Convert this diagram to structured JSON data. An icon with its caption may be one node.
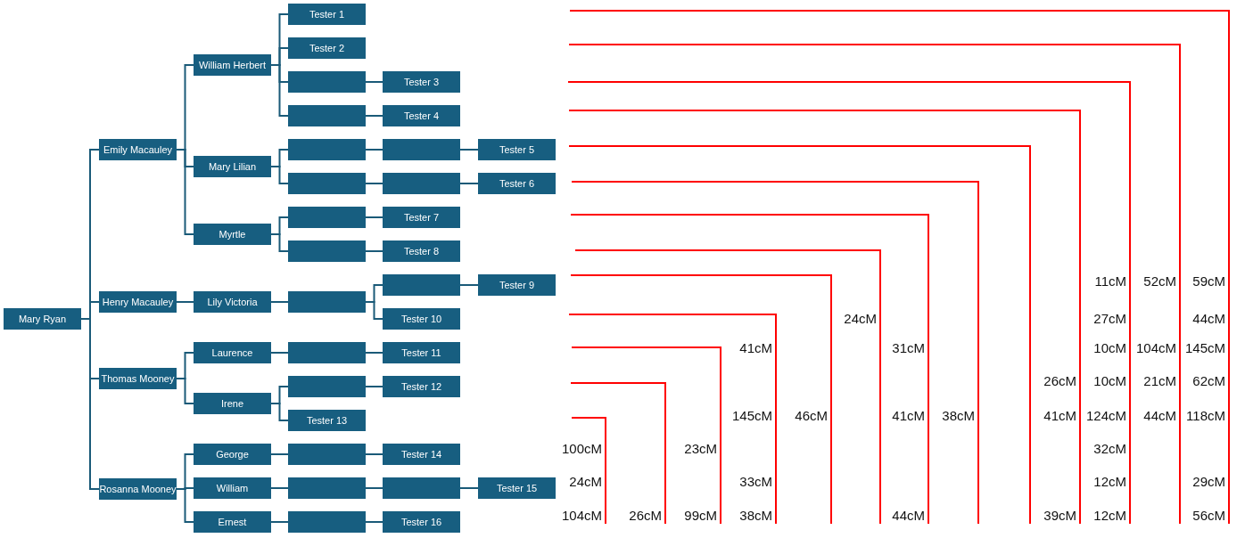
{
  "diagram": {
    "nodes": [
      {
        "text": [
          "Mary Ryan"
        ]
      },
      {
        "text": [
          "Emily Macauley"
        ]
      },
      {
        "text": [
          "William Herbert"
        ]
      },
      {
        "text": [
          "Tester 1"
        ]
      },
      {
        "text": [
          "Tester 2"
        ]
      },
      {
        "text": [],
        "shape": "box"
      },
      {
        "text": [
          "Tester 3"
        ]
      },
      {
        "text": [],
        "shape": "box"
      },
      {
        "text": [
          "Tester 4"
        ]
      },
      {
        "text": [
          "Mary Lilian"
        ]
      },
      {
        "text": [],
        "shape": "box"
      },
      {
        "text": [],
        "shape": "box"
      },
      {
        "text": [
          "Tester 5"
        ]
      },
      {
        "text": [],
        "shape": "box"
      },
      {
        "text": [],
        "shape": "box"
      },
      {
        "text": [
          "Tester 6"
        ]
      },
      {
        "text": [
          "Myrtle"
        ]
      },
      {
        "text": [],
        "shape": "box"
      },
      {
        "text": [
          "Tester 7"
        ]
      },
      {
        "text": [],
        "shape": "box"
      },
      {
        "text": [
          "Tester 8"
        ]
      },
      {
        "text": [
          "Henry Macauley"
        ]
      },
      {
        "text": [
          "Lily Victoria"
        ]
      },
      {
        "text": [],
        "shape": "box"
      },
      {
        "text": [],
        "shape": "box"
      },
      {
        "text": [
          "Tester 9"
        ]
      },
      {
        "text": [
          "Tester 10"
        ]
      },
      {
        "text": [
          "Thomas Mooney"
        ]
      },
      {
        "text": [
          "Laurence"
        ]
      },
      {
        "text": [],
        "shape": "box"
      },
      {
        "text": [
          "Tester 11"
        ]
      },
      {
        "text": [
          "Irene"
        ]
      },
      {
        "text": [],
        "shape": "box"
      },
      {
        "text": [
          "Tester 12"
        ]
      },
      {
        "text": [
          "Tester 13"
        ]
      },
      {
        "text": [
          "Rosanna Mooney"
        ]
      },
      {
        "text": [
          "George"
        ]
      },
      {
        "text": [],
        "shape": "box"
      },
      {
        "text": [
          "Tester 14"
        ]
      },
      {
        "text": [
          "William"
        ]
      },
      {
        "text": [],
        "shape": "box"
      },
      {
        "text": [],
        "shape": "box"
      },
      {
        "text": [
          "Tester 15"
        ]
      },
      {
        "text": [
          "Ernest"
        ]
      },
      {
        "text": [],
        "shape": "box"
      },
      {
        "text": [
          "Tester 16"
        ]
      }
    ],
    "edges": [
      {
        "from": 0,
        "to": 1,
        "arrow": "none"
      },
      {
        "from": 0,
        "to": 21,
        "arrow": "none"
      },
      {
        "from": 0,
        "to": 27,
        "arrow": "none"
      },
      {
        "from": 0,
        "to": 35,
        "arrow": "none"
      },
      {
        "from": 1,
        "to": 2,
        "arrow": "none"
      },
      {
        "from": 1,
        "to": 9,
        "arrow": "none"
      },
      {
        "from": 1,
        "to": 16,
        "arrow": "none"
      },
      {
        "from": 2,
        "to": 3,
        "arrow": "none"
      },
      {
        "from": 2,
        "to": 4,
        "arrow": "none"
      },
      {
        "from": 2,
        "to": 5,
        "arrow": "none"
      },
      {
        "from": 2,
        "to": 7,
        "arrow": "none"
      },
      {
        "from": 5,
        "to": 6,
        "arrow": "none"
      },
      {
        "from": 7,
        "to": 8,
        "arrow": "none"
      },
      {
        "from": 9,
        "to": 10,
        "arrow": "none"
      },
      {
        "from": 9,
        "to": 13,
        "arrow": "none"
      },
      {
        "from": 10,
        "to": 11,
        "arrow": "none"
      },
      {
        "from": 11,
        "to": 12,
        "arrow": "none"
      },
      {
        "from": 13,
        "to": 14,
        "arrow": "none"
      },
      {
        "from": 14,
        "to": 15,
        "arrow": "none"
      },
      {
        "from": 16,
        "to": 17,
        "arrow": "none"
      },
      {
        "from": 16,
        "to": 19,
        "arrow": "none"
      },
      {
        "from": 17,
        "to": 18,
        "arrow": "none"
      },
      {
        "from": 19,
        "to": 20,
        "arrow": "none"
      },
      {
        "from": 21,
        "to": 22,
        "arrow": "none"
      },
      {
        "from": 22,
        "to": 23,
        "arrow": "none"
      },
      {
        "from": 23,
        "to": 24,
        "arrow": "none"
      },
      {
        "from": 23,
        "to": 26,
        "arrow": "none"
      },
      {
        "from": 24,
        "to": 25,
        "arrow": "none"
      },
      {
        "from": 27,
        "to": 28,
        "arrow": "none"
      },
      {
        "from": 27,
        "to": 31,
        "arrow": "none"
      },
      {
        "from": 28,
        "to": 29,
        "arrow": "none"
      },
      {
        "from": 29,
        "to": 30,
        "arrow": "none"
      },
      {
        "from": 31,
        "to": 32,
        "arrow": "none"
      },
      {
        "from": 31,
        "to": 34,
        "arrow": "none"
      },
      {
        "from": 32,
        "to": 33,
        "arrow": "none"
      },
      {
        "from": 35,
        "to": 36,
        "arrow": "none"
      },
      {
        "from": 35,
        "to": 39,
        "arrow": "none"
      },
      {
        "from": 35,
        "to": 43,
        "arrow": "none"
      },
      {
        "from": 36,
        "to": 37,
        "arrow": "none"
      },
      {
        "from": 37,
        "to": 38,
        "arrow": "none"
      },
      {
        "from": 39,
        "to": 40,
        "arrow": "none"
      },
      {
        "from": 40,
        "to": 41,
        "arrow": "none"
      },
      {
        "from": 41,
        "to": 42,
        "arrow": "none"
      },
      {
        "from": 43,
        "to": 44,
        "arrow": "none"
      },
      {
        "from": 44,
        "to": 45,
        "arrow": "none"
      }
    ],
    "labels": [
      "11cM",
      "52cM",
      "59cM",
      "24cM",
      "27cM",
      "44cM",
      "41cM",
      "31cM",
      "10cM",
      "104cM",
      "145cM",
      "26cM",
      "10cM",
      "21cM",
      "62cM",
      "145cM",
      "46cM",
      "41cM",
      "38cM",
      "41cM",
      "124cM",
      "44cM",
      "118cM",
      "100cM",
      "23cM",
      "32cM",
      "24cM",
      "33cM",
      "12cM",
      "29cM",
      "104cM",
      "26cM",
      "99cM",
      "38cM",
      "44cM",
      "39cM",
      "12cM",
      "56cM"
    ]
  }
}
